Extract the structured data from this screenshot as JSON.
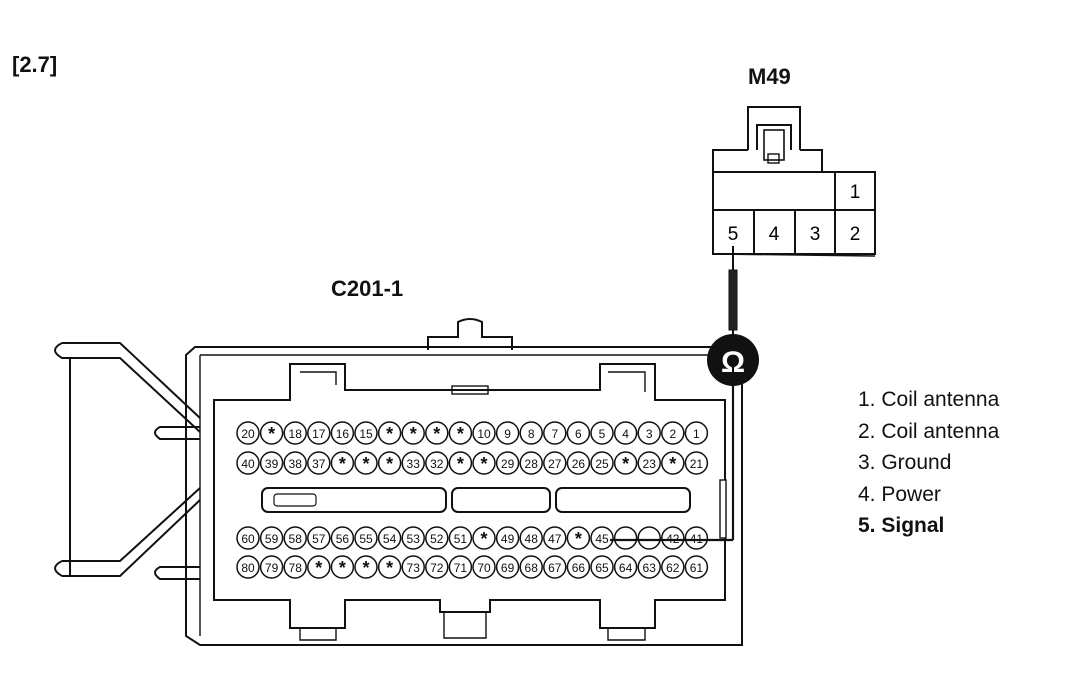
{
  "reference": "[2.7]",
  "connector_m49": {
    "name": "M49",
    "top_pin": "1",
    "bottom_pins": [
      "5",
      "4",
      "3",
      "2"
    ]
  },
  "connector_c201": {
    "name": "C201-1",
    "row1": [
      "20",
      "*",
      "18",
      "17",
      "16",
      "15",
      "*",
      "*",
      "*",
      "*",
      "10",
      "9",
      "8",
      "7",
      "6",
      "5",
      "4",
      "3",
      "2",
      "1"
    ],
    "row2": [
      "40",
      "39",
      "38",
      "37",
      "*",
      "*",
      "*",
      "33",
      "32",
      "*",
      "*",
      "29",
      "28",
      "27",
      "26",
      "25",
      "*",
      "23",
      "*",
      "21"
    ],
    "row3": [
      "60",
      "59",
      "58",
      "57",
      "56",
      "55",
      "54",
      "53",
      "52",
      "51",
      "*",
      "49",
      "48",
      "47",
      "*",
      "45",
      "",
      "",
      "42",
      "41"
    ],
    "row4": [
      "80",
      "79",
      "78",
      "*",
      "*",
      "*",
      "*",
      "73",
      "72",
      "71",
      "70",
      "69",
      "68",
      "67",
      "66",
      "65",
      "64",
      "63",
      "62",
      "61"
    ]
  },
  "meter_symbol": "Ω",
  "legend": [
    {
      "text": "1. Coil antenna",
      "bold": false
    },
    {
      "text": "2. Coil antenna",
      "bold": false
    },
    {
      "text": "3. Ground",
      "bold": false
    },
    {
      "text": "4. Power",
      "bold": false
    },
    {
      "text": "5. Signal",
      "bold": true
    }
  ]
}
